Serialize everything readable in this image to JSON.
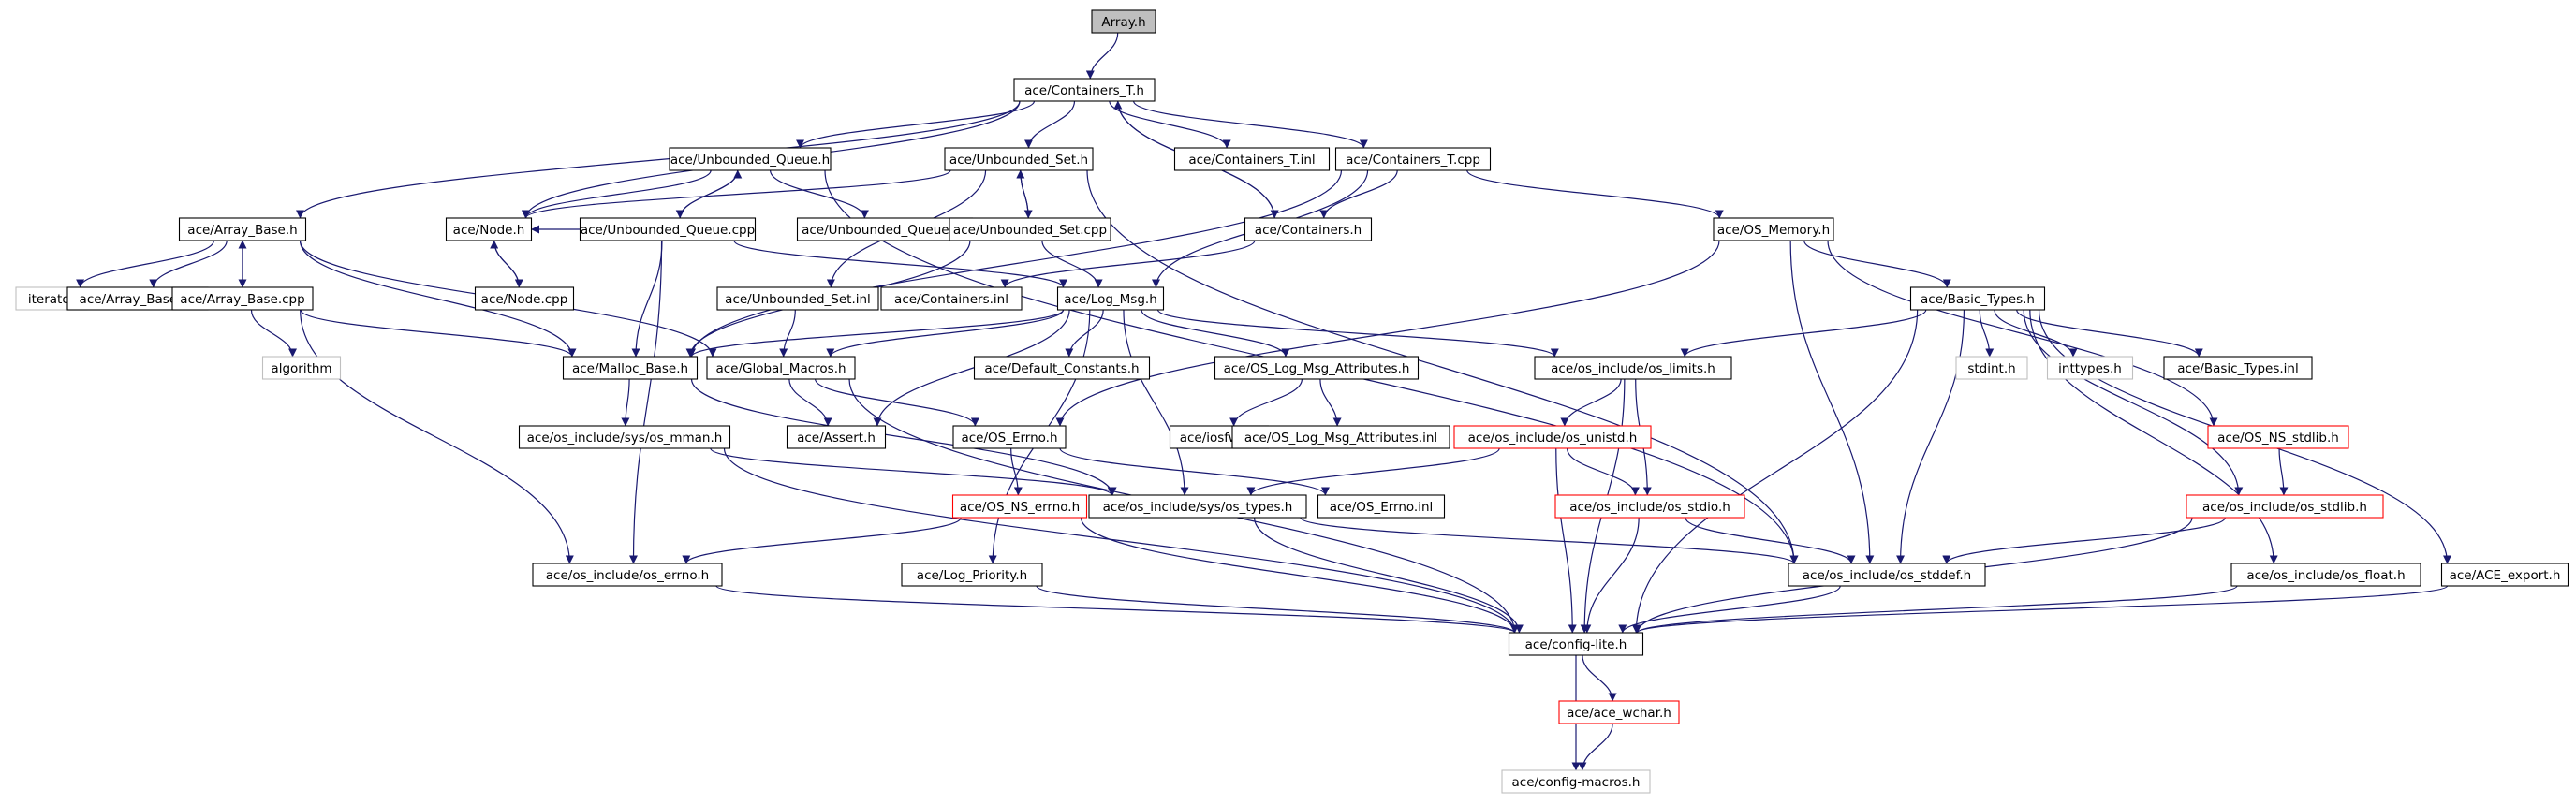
{
  "colors": {
    "edge": "#191970",
    "normal_border": "#000000",
    "missing_border": "#ff0000",
    "external_border": "#bfbfbf",
    "root_fill": "#bfbfbf",
    "fill": "#ffffff"
  },
  "nodes": [
    {
      "id": "array_h",
      "label": "Array.h",
      "kind": "root"
    },
    {
      "id": "containers_t_h",
      "label": "ace/Containers_T.h",
      "kind": "normal"
    },
    {
      "id": "unbounded_queue_h",
      "label": "ace/Unbounded_Queue.h",
      "kind": "normal"
    },
    {
      "id": "unbounded_set_h",
      "label": "ace/Unbounded_Set.h",
      "kind": "normal"
    },
    {
      "id": "containers_t_inl",
      "label": "ace/Containers_T.inl",
      "kind": "normal"
    },
    {
      "id": "containers_t_cpp",
      "label": "ace/Containers_T.cpp",
      "kind": "normal"
    },
    {
      "id": "array_base_h",
      "label": "ace/Array_Base.h",
      "kind": "normal"
    },
    {
      "id": "node_h",
      "label": "ace/Node.h",
      "kind": "normal"
    },
    {
      "id": "unbounded_queue_cpp",
      "label": "ace/Unbounded_Queue.cpp",
      "kind": "normal"
    },
    {
      "id": "unbounded_queue_inl",
      "label": "ace/Unbounded_Queue.inl",
      "kind": "normal"
    },
    {
      "id": "unbounded_set_cpp",
      "label": "ace/Unbounded_Set.cpp",
      "kind": "normal"
    },
    {
      "id": "containers_h",
      "label": "ace/Containers.h",
      "kind": "normal"
    },
    {
      "id": "os_memory_h",
      "label": "ace/OS_Memory.h",
      "kind": "normal"
    },
    {
      "id": "iterator",
      "label": "iterator",
      "kind": "external"
    },
    {
      "id": "array_base_inl",
      "label": "ace/Array_Base.inl",
      "kind": "normal"
    },
    {
      "id": "array_base_cpp",
      "label": "ace/Array_Base.cpp",
      "kind": "normal"
    },
    {
      "id": "node_cpp",
      "label": "ace/Node.cpp",
      "kind": "normal"
    },
    {
      "id": "unbounded_set_inl",
      "label": "ace/Unbounded_Set.inl",
      "kind": "normal"
    },
    {
      "id": "containers_inl",
      "label": "ace/Containers.inl",
      "kind": "normal"
    },
    {
      "id": "log_msg_h",
      "label": "ace/Log_Msg.h",
      "kind": "normal"
    },
    {
      "id": "basic_types_h",
      "label": "ace/Basic_Types.h",
      "kind": "normal"
    },
    {
      "id": "algorithm",
      "label": "algorithm",
      "kind": "external"
    },
    {
      "id": "malloc_base_h",
      "label": "ace/Malloc_Base.h",
      "kind": "normal"
    },
    {
      "id": "global_macros_h",
      "label": "ace/Global_Macros.h",
      "kind": "normal"
    },
    {
      "id": "default_constants_h",
      "label": "ace/Default_Constants.h",
      "kind": "normal"
    },
    {
      "id": "os_log_msg_attributes_h",
      "label": "ace/OS_Log_Msg_Attributes.h",
      "kind": "normal"
    },
    {
      "id": "os_limits_h",
      "label": "ace/os_include/os_limits.h",
      "kind": "normal"
    },
    {
      "id": "stdint_h",
      "label": "stdint.h",
      "kind": "external"
    },
    {
      "id": "inttypes_h",
      "label": "inttypes.h",
      "kind": "external"
    },
    {
      "id": "basic_types_inl",
      "label": "ace/Basic_Types.inl",
      "kind": "normal"
    },
    {
      "id": "os_mman_h",
      "label": "ace/os_include/sys/os_mman.h",
      "kind": "normal"
    },
    {
      "id": "assert_h",
      "label": "ace/Assert.h",
      "kind": "normal"
    },
    {
      "id": "os_errno_cap_h",
      "label": "ace/OS_Errno.h",
      "kind": "normal"
    },
    {
      "id": "iosfwd_h",
      "label": "ace/iosfwd.h",
      "kind": "normal"
    },
    {
      "id": "os_log_msg_attributes_inl",
      "label": "ace/OS_Log_Msg_Attributes.inl",
      "kind": "normal"
    },
    {
      "id": "os_unistd_h",
      "label": "ace/os_include/os_unistd.h",
      "kind": "missing"
    },
    {
      "id": "os_ns_stdlib_h",
      "label": "ace/OS_NS_stdlib.h",
      "kind": "missing"
    },
    {
      "id": "os_ns_errno_h",
      "label": "ace/OS_NS_errno.h",
      "kind": "missing"
    },
    {
      "id": "os_types_h",
      "label": "ace/os_include/sys/os_types.h",
      "kind": "normal"
    },
    {
      "id": "os_errno_inl",
      "label": "ace/OS_Errno.inl",
      "kind": "normal"
    },
    {
      "id": "os_stdio_h",
      "label": "ace/os_include/os_stdio.h",
      "kind": "missing"
    },
    {
      "id": "os_stdlib_h",
      "label": "ace/os_include/os_stdlib.h",
      "kind": "missing"
    },
    {
      "id": "os_errno_h",
      "label": "ace/os_include/os_errno.h",
      "kind": "normal"
    },
    {
      "id": "log_priority_h",
      "label": "ace/Log_Priority.h",
      "kind": "normal"
    },
    {
      "id": "os_stddef_h",
      "label": "ace/os_include/os_stddef.h",
      "kind": "normal"
    },
    {
      "id": "os_float_h",
      "label": "ace/os_include/os_float.h",
      "kind": "normal"
    },
    {
      "id": "ace_export_h",
      "label": "ace/ACE_export.h",
      "kind": "normal"
    },
    {
      "id": "config_lite_h",
      "label": "ace/config-lite.h",
      "kind": "normal"
    },
    {
      "id": "ace_wchar_h",
      "label": "ace/ace_wchar.h",
      "kind": "missing"
    },
    {
      "id": "config_macros_h",
      "label": "ace/config-macros.h",
      "kind": "external"
    }
  ],
  "edges": [
    [
      "array_h",
      "containers_t_h"
    ],
    [
      "containers_t_h",
      "unbounded_queue_h"
    ],
    [
      "containers_t_h",
      "unbounded_set_h"
    ],
    [
      "containers_t_h",
      "containers_t_inl"
    ],
    [
      "containers_t_h",
      "containers_t_cpp"
    ],
    [
      "containers_t_h",
      "array_base_h"
    ],
    [
      "containers_t_h",
      "node_h"
    ],
    [
      "containers_t_h",
      "containers_h"
    ],
    [
      "unbounded_queue_h",
      "node_h"
    ],
    [
      "unbounded_queue_h",
      "unbounded_queue_inl"
    ],
    [
      "unbounded_queue_h",
      "unbounded_queue_cpp"
    ],
    [
      "unbounded_queue_h",
      "os_stddef_h"
    ],
    [
      "unbounded_set_h",
      "node_h"
    ],
    [
      "unbounded_set_h",
      "unbounded_set_cpp"
    ],
    [
      "unbounded_set_h",
      "unbounded_set_inl"
    ],
    [
      "unbounded_set_h",
      "os_stddef_h"
    ],
    [
      "containers_t_cpp",
      "containers_h"
    ],
    [
      "containers_t_cpp",
      "os_memory_h"
    ],
    [
      "containers_t_cpp",
      "log_msg_h"
    ],
    [
      "containers_t_cpp",
      "malloc_base_h"
    ],
    [
      "array_base_h",
      "iterator"
    ],
    [
      "array_base_h",
      "array_base_inl"
    ],
    [
      "array_base_h",
      "array_base_cpp"
    ],
    [
      "array_base_h",
      "malloc_base_h"
    ],
    [
      "array_base_h",
      "global_macros_h"
    ],
    [
      "node_h",
      "node_cpp"
    ],
    [
      "node_cpp",
      "node_h"
    ],
    [
      "unbounded_queue_cpp",
      "unbounded_queue_h"
    ],
    [
      "unbounded_queue_cpp",
      "node_h"
    ],
    [
      "unbounded_queue_cpp",
      "malloc_base_h"
    ],
    [
      "unbounded_queue_cpp",
      "log_msg_h"
    ],
    [
      "unbounded_queue_cpp",
      "os_errno_h"
    ],
    [
      "unbounded_set_cpp",
      "unbounded_set_h"
    ],
    [
      "unbounded_set_cpp",
      "malloc_base_h"
    ],
    [
      "unbounded_set_cpp",
      "log_msg_h"
    ],
    [
      "containers_h",
      "containers_t_h"
    ],
    [
      "containers_h",
      "containers_inl"
    ],
    [
      "os_memory_h",
      "basic_types_h"
    ],
    [
      "os_memory_h",
      "os_errno_cap_h"
    ],
    [
      "os_memory_h",
      "os_stddef_h"
    ],
    [
      "os_memory_h",
      "os_ns_stdlib_h"
    ],
    [
      "array_base_cpp",
      "array_base_h"
    ],
    [
      "array_base_cpp",
      "algorithm"
    ],
    [
      "array_base_cpp",
      "malloc_base_h"
    ],
    [
      "array_base_cpp",
      "os_errno_h"
    ],
    [
      "unbounded_set_inl",
      "global_macros_h"
    ],
    [
      "log_msg_h",
      "malloc_base_h"
    ],
    [
      "log_msg_h",
      "global_macros_h"
    ],
    [
      "log_msg_h",
      "default_constants_h"
    ],
    [
      "log_msg_h",
      "os_log_msg_attributes_h"
    ],
    [
      "log_msg_h",
      "os_limits_h"
    ],
    [
      "log_msg_h",
      "assert_h"
    ],
    [
      "log_msg_h",
      "log_priority_h"
    ],
    [
      "log_msg_h",
      "os_types_h"
    ],
    [
      "basic_types_h",
      "os_limits_h"
    ],
    [
      "basic_types_h",
      "stdint_h"
    ],
    [
      "basic_types_h",
      "inttypes_h"
    ],
    [
      "basic_types_h",
      "basic_types_inl"
    ],
    [
      "basic_types_h",
      "os_stdlib_h"
    ],
    [
      "basic_types_h",
      "os_float_h"
    ],
    [
      "basic_types_h",
      "ace_export_h"
    ],
    [
      "basic_types_h",
      "os_stddef_h"
    ],
    [
      "basic_types_h",
      "config_lite_h"
    ],
    [
      "malloc_base_h",
      "os_mman_h"
    ],
    [
      "malloc_base_h",
      "os_types_h"
    ],
    [
      "global_macros_h",
      "assert_h"
    ],
    [
      "global_macros_h",
      "os_errno_cap_h"
    ],
    [
      "global_macros_h",
      "config_lite_h"
    ],
    [
      "os_log_msg_attributes_h",
      "iosfwd_h"
    ],
    [
      "os_log_msg_attributes_h",
      "os_log_msg_attributes_inl"
    ],
    [
      "os_limits_h",
      "os_unistd_h"
    ],
    [
      "os_limits_h",
      "os_stdio_h"
    ],
    [
      "os_limits_h",
      "config_lite_h"
    ],
    [
      "os_mman_h",
      "os_types_h"
    ],
    [
      "os_mman_h",
      "config_lite_h"
    ],
    [
      "os_errno_cap_h",
      "os_ns_errno_h"
    ],
    [
      "os_errno_cap_h",
      "os_errno_inl"
    ],
    [
      "os_unistd_h",
      "os_types_h"
    ],
    [
      "os_unistd_h",
      "os_stdio_h"
    ],
    [
      "os_unistd_h",
      "config_lite_h"
    ],
    [
      "os_ns_stdlib_h",
      "os_stdlib_h"
    ],
    [
      "os_ns_errno_h",
      "os_errno_h"
    ],
    [
      "os_ns_errno_h",
      "config_lite_h"
    ],
    [
      "os_types_h",
      "os_stddef_h"
    ],
    [
      "os_types_h",
      "config_lite_h"
    ],
    [
      "os_stdio_h",
      "os_stddef_h"
    ],
    [
      "os_stdio_h",
      "config_lite_h"
    ],
    [
      "os_stdlib_h",
      "os_stddef_h"
    ],
    [
      "os_stdlib_h",
      "config_lite_h"
    ],
    [
      "os_errno_h",
      "config_lite_h"
    ],
    [
      "log_priority_h",
      "config_lite_h"
    ],
    [
      "os_stddef_h",
      "config_lite_h"
    ],
    [
      "os_float_h",
      "config_lite_h"
    ],
    [
      "ace_export_h",
      "config_lite_h"
    ],
    [
      "config_lite_h",
      "ace_wchar_h"
    ],
    [
      "config_lite_h",
      "config_macros_h"
    ],
    [
      "ace_wchar_h",
      "config_macros_h"
    ]
  ]
}
